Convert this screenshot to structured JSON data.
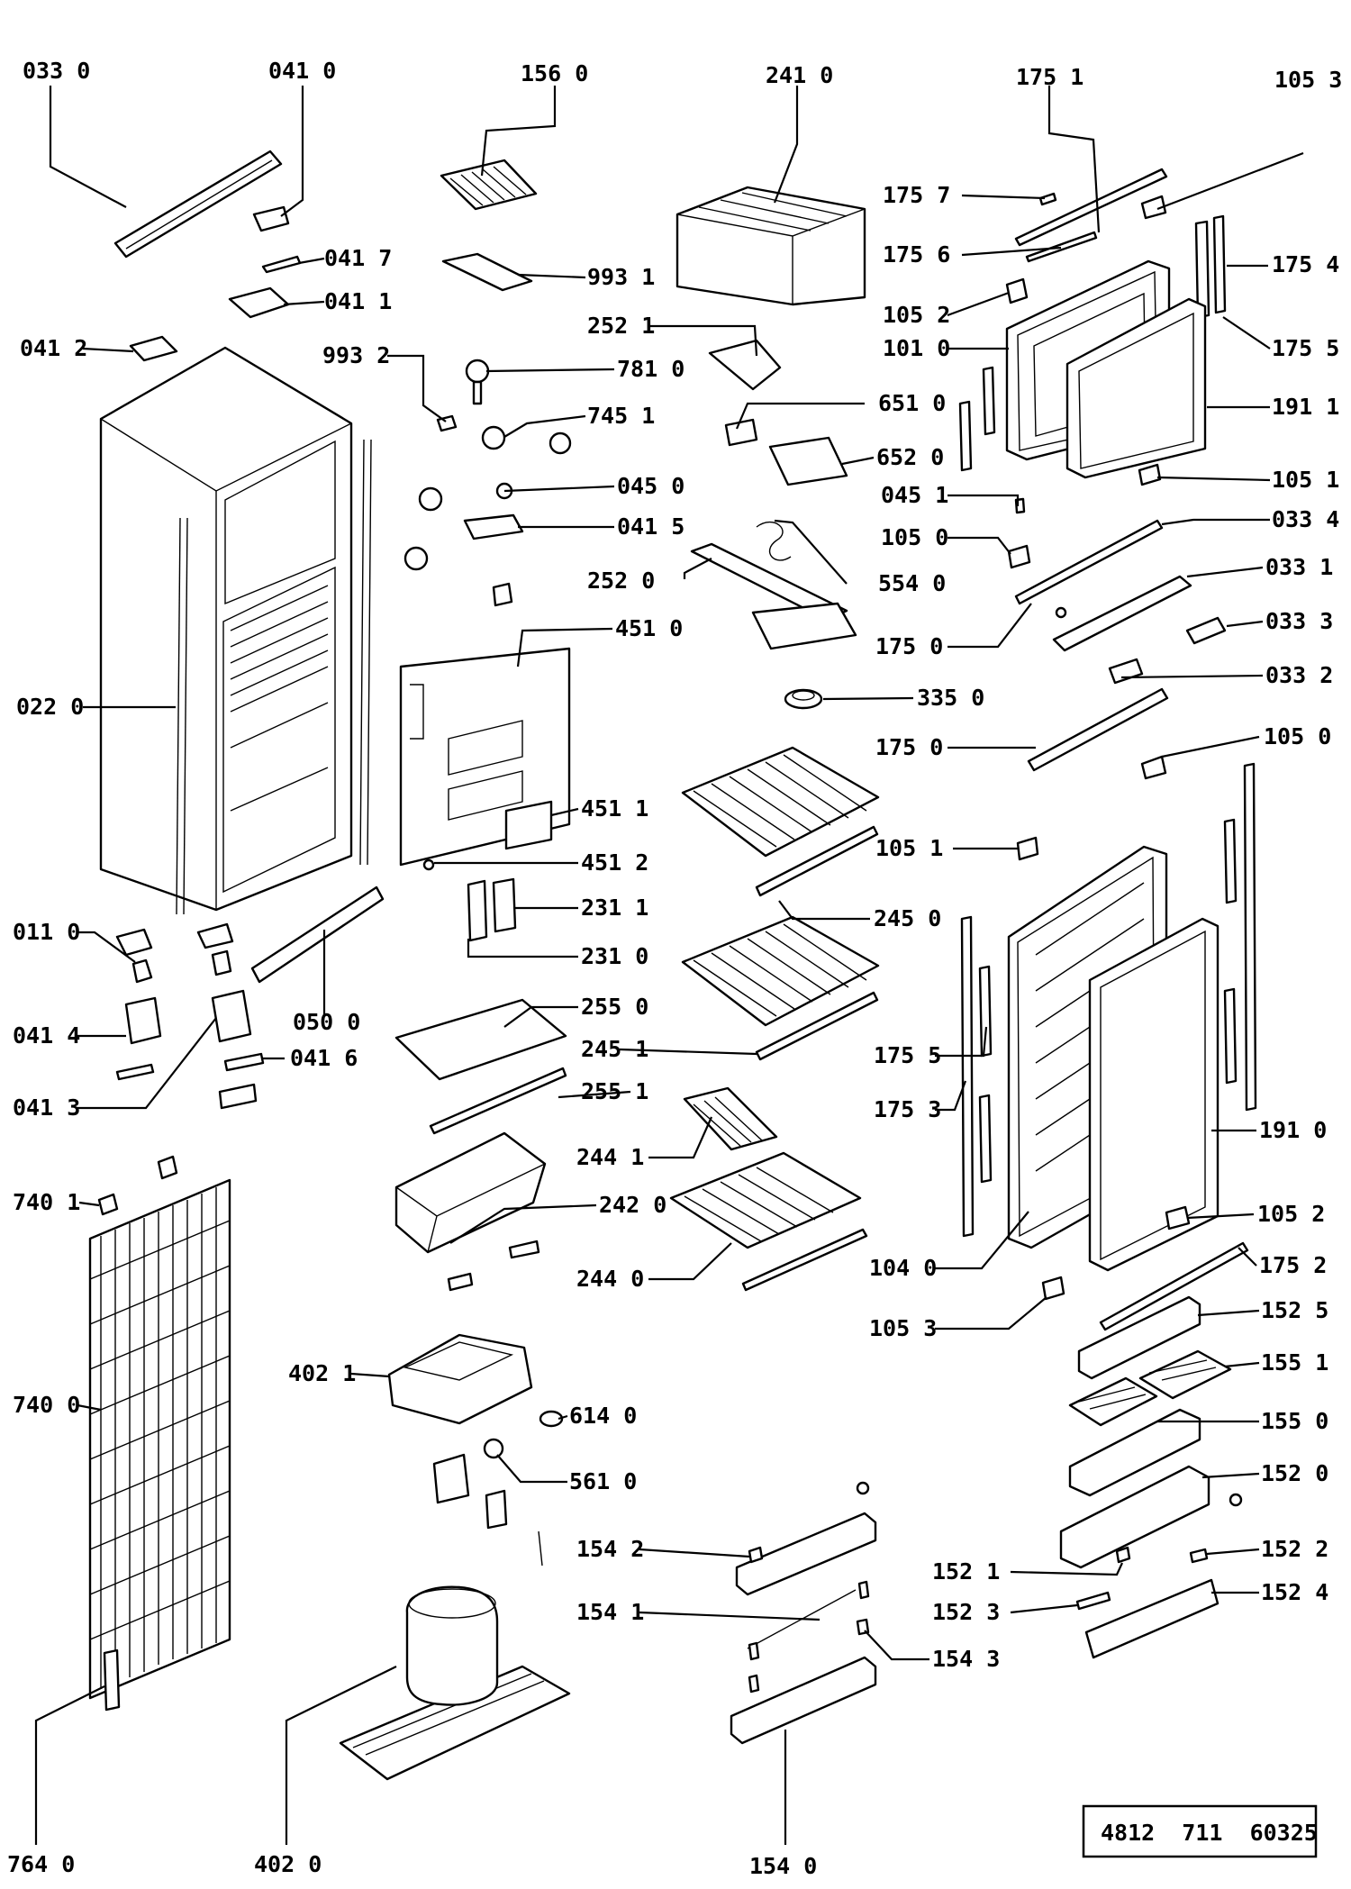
{
  "reference": "4812  711  60325",
  "labels": [
    "033 0",
    "041 0",
    "156 0",
    "241 0",
    "175 1",
    "105 3",
    "175 7",
    "175 6",
    "175 4",
    "041 7",
    "993 1",
    "041 1",
    "105 2",
    "252 1",
    "175 5",
    "041 2",
    "993 2",
    "781 0",
    "101 0",
    "191 1",
    "651 0",
    "745 1",
    "652 0",
    "045 0",
    "105 1",
    "045 1",
    "041 5",
    "033 4",
    "105 0",
    "554 0",
    "252 0",
    "033 1",
    "451 0",
    "175 0",
    "033 3",
    "033 2",
    "022 0",
    "335 0",
    "175 0",
    "105 0",
    "451 1",
    "451 2",
    "105 1",
    "231 1",
    "245 0",
    "011 0",
    "231 0",
    "050 0",
    "255 0",
    "041 4",
    "245 1",
    "041 6",
    "175 5",
    "255 1",
    "041 3",
    "175 3",
    "191 0",
    "244 1",
    "740 1",
    "242 0",
    "105 2",
    "244 0",
    "104 0",
    "175 2",
    "105 3",
    "152 5",
    "402 1",
    "155 1",
    "740 0",
    "614 0",
    "155 0",
    "561 0",
    "152 0",
    "154 2",
    "152 2",
    "152 1",
    "154 1",
    "152 3",
    "152 4",
    "154 3",
    "764 0",
    "402 0",
    "154 0"
  ]
}
